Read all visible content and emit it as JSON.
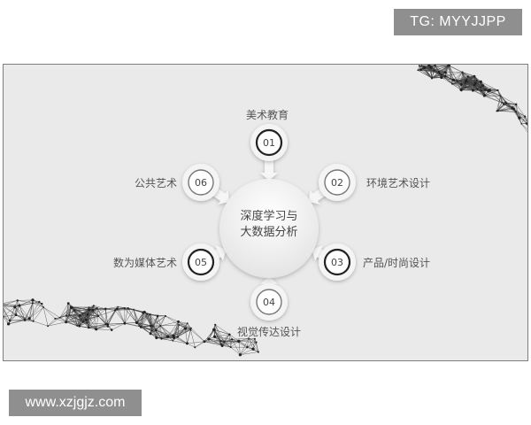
{
  "watermark_top": "TG: MYYJJPP",
  "watermark_bottom": "www.xzjgjz.com",
  "center": {
    "line1": "深度学习与",
    "line2": "大数据分析"
  },
  "items": [
    {
      "num": "01",
      "label": "美术教育"
    },
    {
      "num": "02",
      "label": "环境艺术设计"
    },
    {
      "num": "03",
      "label": "产品/时尚设计"
    },
    {
      "num": "04",
      "label": "视觉传达设计"
    },
    {
      "num": "05",
      "label": "数为媒体艺术"
    },
    {
      "num": "06",
      "label": "公共艺术"
    }
  ],
  "colors": {
    "slide_bg": "#eaeaea",
    "ring": "#3a3a3a",
    "text": "#555555",
    "watermark_bg": "#8f8f8f"
  }
}
